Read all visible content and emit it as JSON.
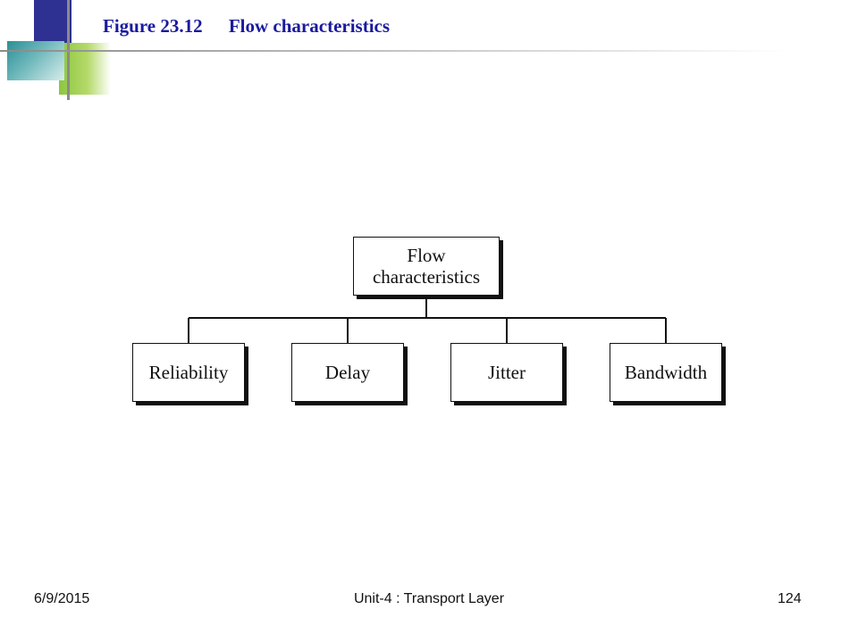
{
  "slide": {
    "figure_number": "Figure 23.12",
    "figure_title": "Flow characteristics"
  },
  "diagram": {
    "root": {
      "line1": "Flow",
      "line2": "characteristics"
    },
    "children": [
      "Reliability",
      "Delay",
      "Jitter",
      "Bandwidth"
    ]
  },
  "footer": {
    "date": "6/9/2015",
    "center": "Unit-4 : Transport Layer",
    "page": "124"
  },
  "colors": {
    "title": "#1a1a9e",
    "deco_navy": "#2e3192",
    "deco_green": "#8cc63f",
    "deco_teal": "#2a8f95"
  }
}
